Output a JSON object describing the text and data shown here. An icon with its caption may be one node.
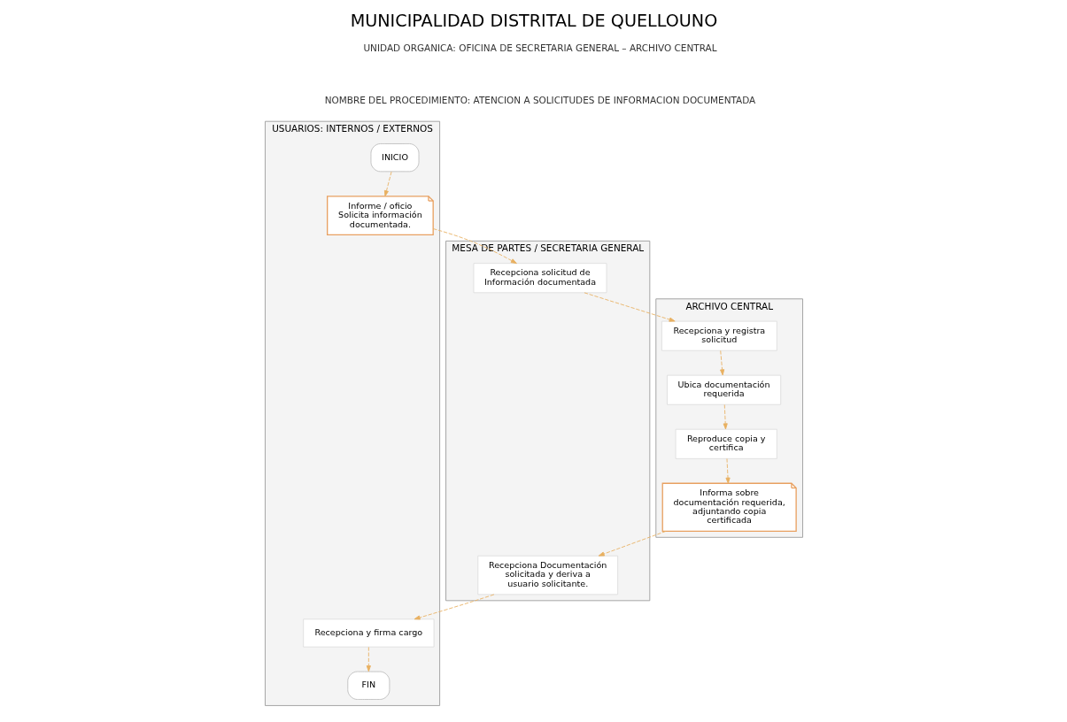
{
  "diagram": {
    "title": "MUNICIPALIDAD DISTRITAL DE QUELLOUNO",
    "nodes": [
      {
        "text": [
          "USUARIOS: INTERNOS / EXTERNOS"
        ]
      },
      {
        "text": [
          "MESA DE PARTES / SECRETARIA GENERAL"
        ]
      },
      {
        "text": [
          "ARCHIVO CENTRAL"
        ]
      },
      {
        "text": [
          "INICIO"
        ],
        "in": 0
      },
      {
        "text": [
          "Informe / oficio Solicita información documentada."
        ],
        "in": 0
      },
      {
        "text": [
          "Recepciona y firma cargo"
        ],
        "in": 0
      },
      {
        "text": [
          "FIN"
        ],
        "in": 0
      },
      {
        "text": [
          "Recepciona solicitud de Información documentada"
        ],
        "in": 1
      },
      {
        "text": [
          "Recepciona Documentación solicitada y deriva a usuario solicitante."
        ],
        "in": 1
      },
      {
        "text": [
          "Recepciona y registra solicitud"
        ],
        "in": 2
      },
      {
        "text": [
          "Ubica documentación requerida"
        ],
        "in": 2
      },
      {
        "text": [
          "Reproduce copia y certifica"
        ],
        "in": 2
      },
      {
        "text": [
          "Informa sobre documentación requerida, adjuntando copia certificada"
        ],
        "in": 2
      }
    ],
    "edges": [
      {
        "from": 3,
        "to": 4,
        "arrow": "to"
      },
      {
        "from": 4,
        "to": 7,
        "arrow": "to"
      },
      {
        "from": 7,
        "to": 9,
        "arrow": "to"
      },
      {
        "from": 9,
        "to": 10,
        "arrow": "to"
      },
      {
        "from": 10,
        "to": 11,
        "arrow": "to"
      },
      {
        "from": 11,
        "to": 12,
        "arrow": "to"
      },
      {
        "from": 12,
        "to": 8,
        "arrow": "to"
      },
      {
        "from": 8,
        "to": 5,
        "arrow": "to"
      },
      {
        "from": 5,
        "to": 6,
        "arrow": "to"
      }
    ],
    "labels": [
      "UNIDAD ORGANICA: OFICINA DE SECRETARIA GENERAL – ARCHIVO CENTRAL",
      "NOMBRE DEL PROCEDIMIENTO: ATENCION A SOLICITUDES DE INFORMACION DOCUMENTADA"
    ]
  }
}
